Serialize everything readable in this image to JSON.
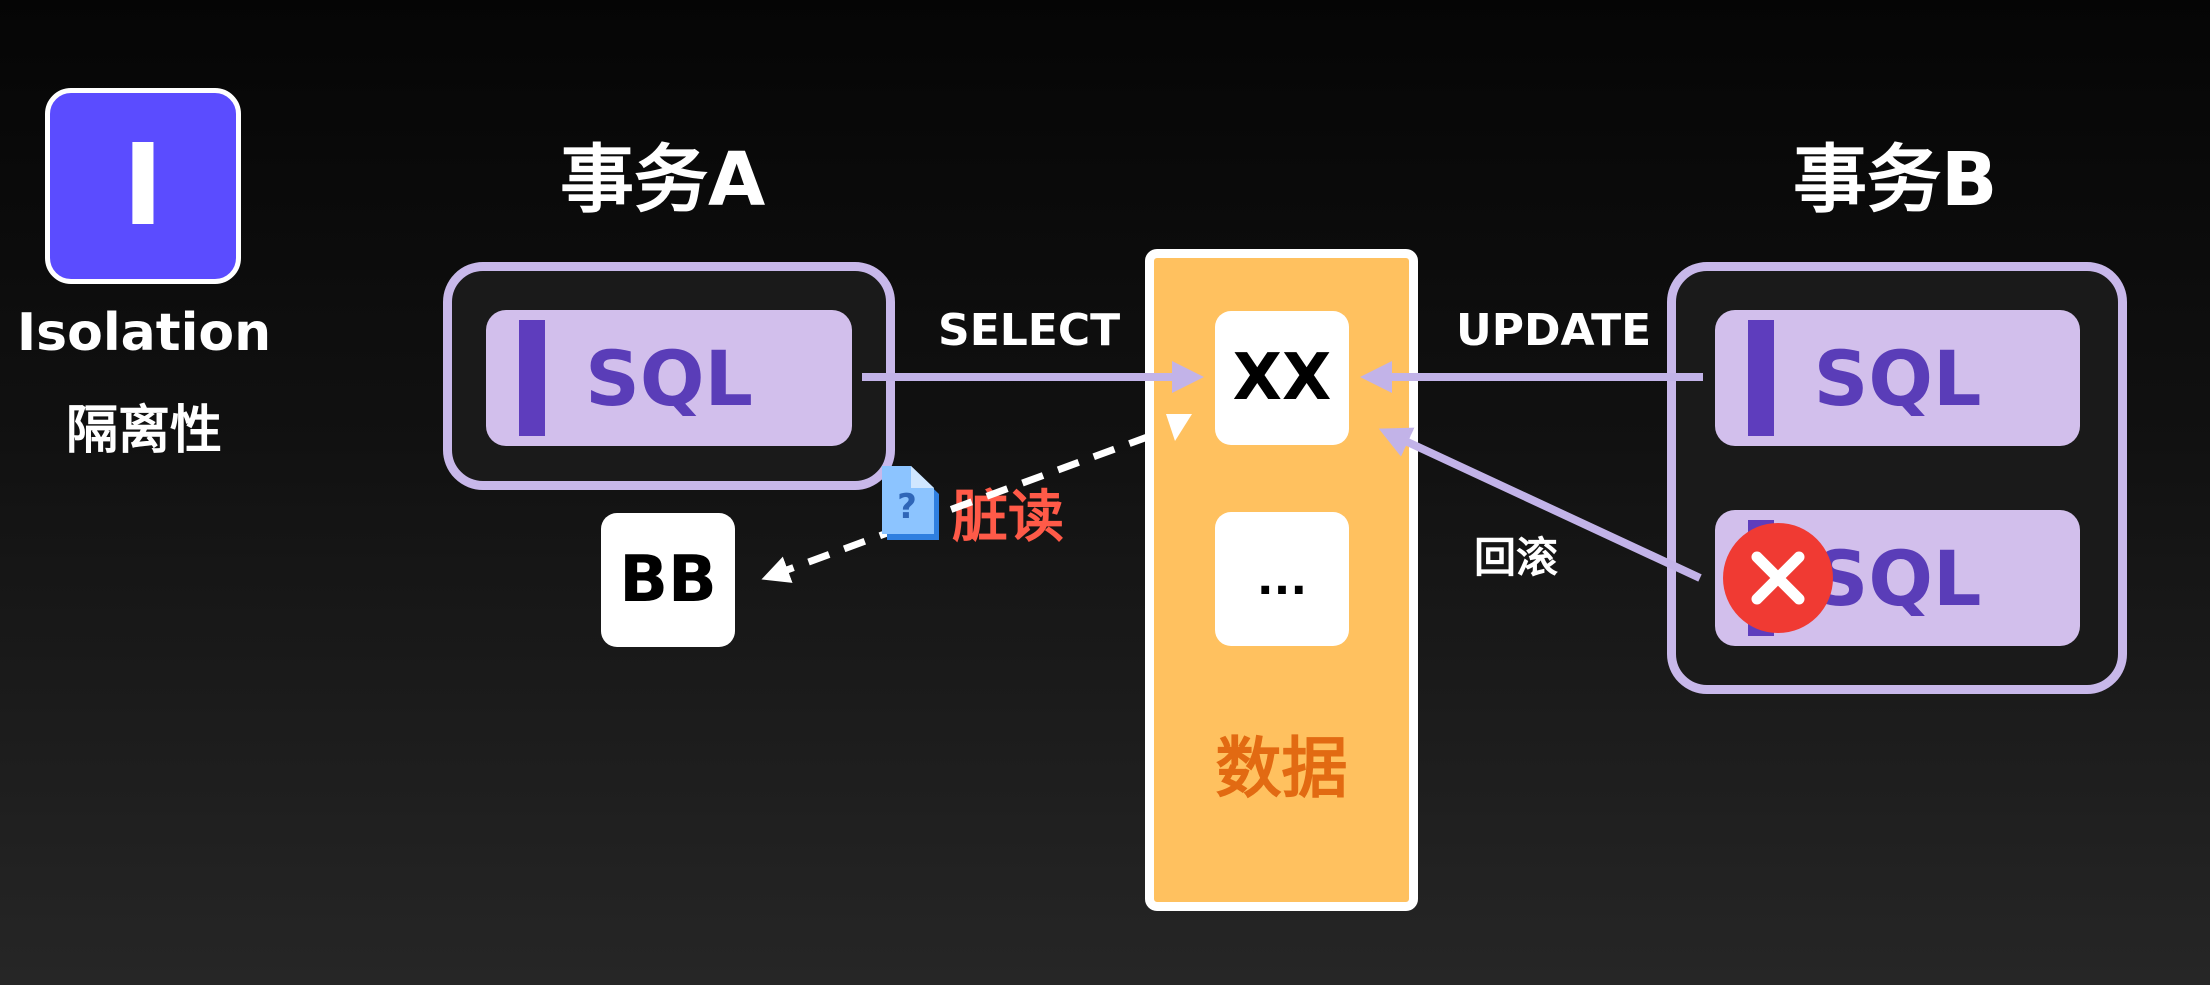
{
  "badge": {
    "letter": "I",
    "label_en": "Isolation",
    "label_zh": "隔离性"
  },
  "transaction_a": {
    "title": "事务A",
    "statements": [
      "SQL"
    ]
  },
  "transaction_b": {
    "title": "事务B",
    "statements": [
      "SQL",
      "SQL"
    ]
  },
  "data_store": {
    "label": "数据",
    "cells": [
      "XX",
      "..."
    ]
  },
  "read_result": "BB",
  "edges": {
    "select": "SELECT",
    "update": "UPDATE",
    "rollback": "回滚",
    "dirty_read": "脏读"
  },
  "colors": {
    "badge": "#5b4cff",
    "sql_fill": "#d2bfec",
    "sql_text": "#5a3db8",
    "data_fill": "#ffc15f",
    "data_label": "#e26a12",
    "dirty_read": "#ff5a48",
    "rollback_error": "#f03a33",
    "arrow": "#c2b3e8"
  },
  "icons": [
    "question-document-icon",
    "error-x-icon"
  ]
}
